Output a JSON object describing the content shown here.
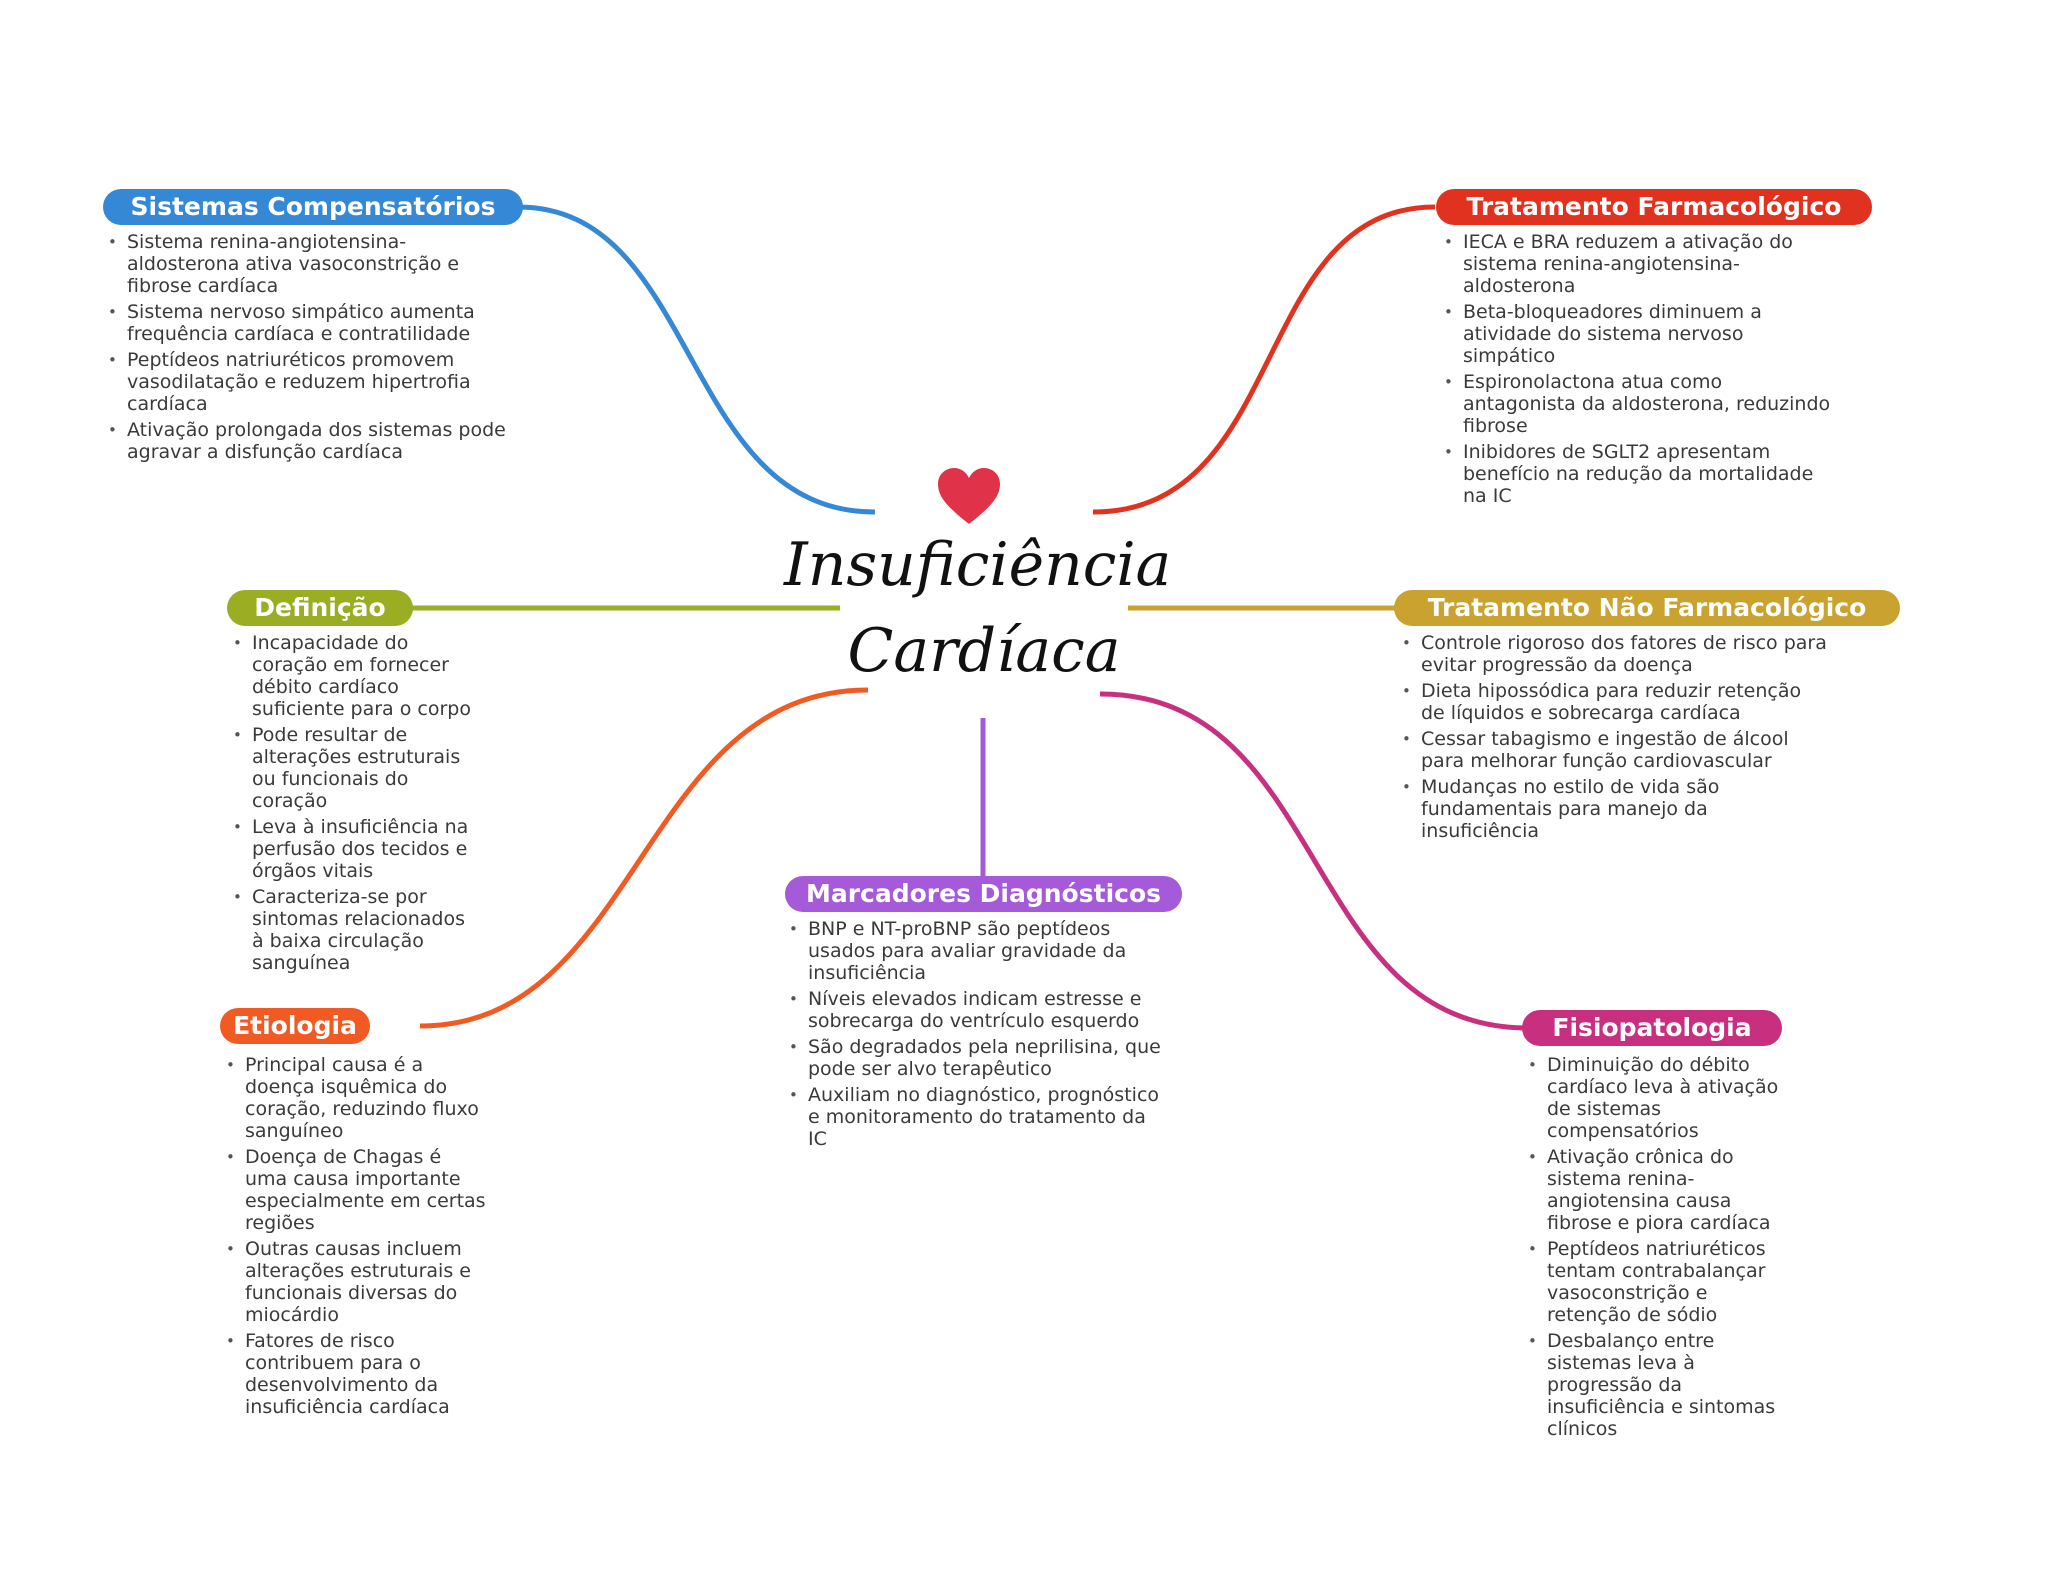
{
  "center": {
    "title_line1": "Insuficiência",
    "title_line2": "Cardíaca",
    "icon": "heart-icon",
    "icon_color": "#e0334a"
  },
  "branches": [
    {
      "id": "sistemas",
      "label": "Sistemas Compensatórios",
      "color": "#3588d6",
      "items": [
        "Sistema renina-angiotensina-aldosterona ativa vasoconstrição e fibrose cardíaca",
        "Sistema nervoso simpático aumenta frequência cardíaca e contratilidade",
        "Peptídeos natriuréticos promovem vasodilatação e reduzem hipertrofia cardíaca",
        "Ativação prolongada dos sistemas pode agravar a disfunção cardíaca"
      ]
    },
    {
      "id": "farmaco",
      "label": "Tratamento Farmacológico",
      "color": "#e0321f",
      "items": [
        "IECA e BRA reduzem a ativação do sistema renina-angiotensina-aldosterona",
        "Beta-bloqueadores diminuem a atividade do sistema nervoso simpático",
        "Espironolactona atua como antagonista da aldosterona, reduzindo fibrose",
        "Inibidores de SGLT2 apresentam benefício na redução da mortalidade na IC"
      ]
    },
    {
      "id": "definicao",
      "label": "Definição",
      "color": "#9aad23",
      "items": [
        "Incapacidade do coração em fornecer débito cardíaco suficiente para o corpo",
        "Pode resultar de alterações estruturais ou funcionais do coração",
        "Leva à insuficiência na perfusão dos tecidos e órgãos vitais",
        "Caracteriza-se por sintomas relacionados à baixa circulação sanguínea"
      ]
    },
    {
      "id": "naofarmaco",
      "label": "Tratamento Não Farmacológico",
      "color": "#c9a22f",
      "items": [
        "Controle rigoroso dos fatores de risco para evitar progressão da doença",
        "Dieta hipossódica para reduzir retenção de líquidos e sobrecarga cardíaca",
        "Cessar tabagismo e ingestão de álcool para melhorar função cardiovascular",
        "Mudanças no estilo de vida são fundamentais para manejo da insuficiência"
      ]
    },
    {
      "id": "etiologia",
      "label": "Etiologia",
      "color": "#f25a24",
      "items": [
        "Principal causa é a doença isquêmica do coração, reduzindo fluxo sanguíneo",
        "Doença de Chagas é uma causa importante especialmente em certas regiões",
        "Outras causas incluem alterações estruturais e funcionais diversas do miocárdio",
        "Fatores de risco contribuem para o desenvolvimento da insuficiência cardíaca"
      ]
    },
    {
      "id": "marcadores",
      "label": "Marcadores Diagnósticos",
      "color": "#a55bd9",
      "items": [
        "BNP e NT-proBNP são peptídeos usados para avaliar gravidade da insuficiência",
        "Níveis elevados indicam estresse e sobrecarga do ventrículo esquerdo",
        "São degradados pela neprilisina, que pode ser alvo terapêutico",
        "Auxiliam no diagnóstico, prognóstico e monitoramento do tratamento da IC"
      ]
    },
    {
      "id": "fisio",
      "label": "Fisiopatologia",
      "color": "#c8307f",
      "items": [
        "Diminuição do débito cardíaco leva à ativação de sistemas compensatórios",
        "Ativação crônica do sistema renina-angiotensina causa fibrose e piora cardíaca",
        "Peptídeos natriuréticos tentam contrabalançar vasoconstrição e retenção de sódio",
        "Desbalanço entre sistemas leva à progressão da insuficiência e sintomas clínicos"
      ]
    }
  ]
}
